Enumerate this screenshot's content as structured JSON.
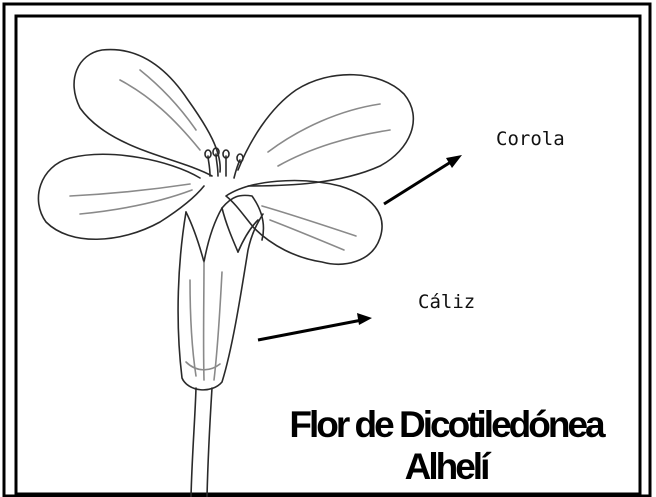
{
  "labels": {
    "corola": "Corola",
    "caliz": "Cáliz"
  },
  "title": {
    "line1": "Flor de Dicotiledónea",
    "line2": "Alhelí"
  },
  "colors": {
    "ink": "#000000",
    "pencil": "#2a2a2a",
    "shade": "#8a8a8a",
    "background": "#ffffff"
  }
}
